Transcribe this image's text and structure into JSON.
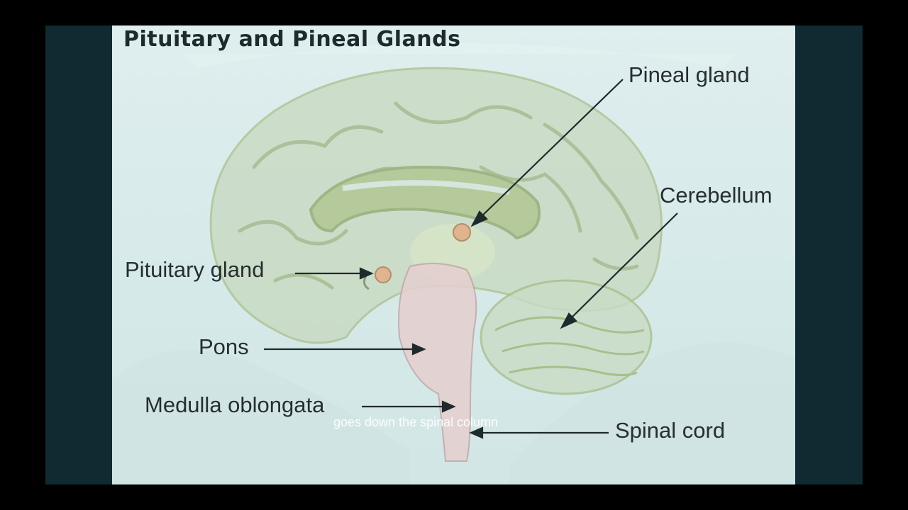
{
  "diagram": {
    "title": "Pituitary and Pineal Glands",
    "labels": {
      "pineal": "Pineal gland",
      "cerebellum": "Cerebellum",
      "pituitary": "Pituitary gland",
      "pons": "Pons",
      "medulla": "Medulla oblongata",
      "spinal_cord": "Spinal cord"
    },
    "caption": "goes down the spinal column"
  },
  "colors": {
    "frame_background": "#0f2a30",
    "slide_background": "#d6e9e9",
    "brain_green": "#a9bf8a",
    "brainstem_pink": "#e6cfcf",
    "gland_orange": "#e0b48e",
    "label_text": "#262e30"
  }
}
